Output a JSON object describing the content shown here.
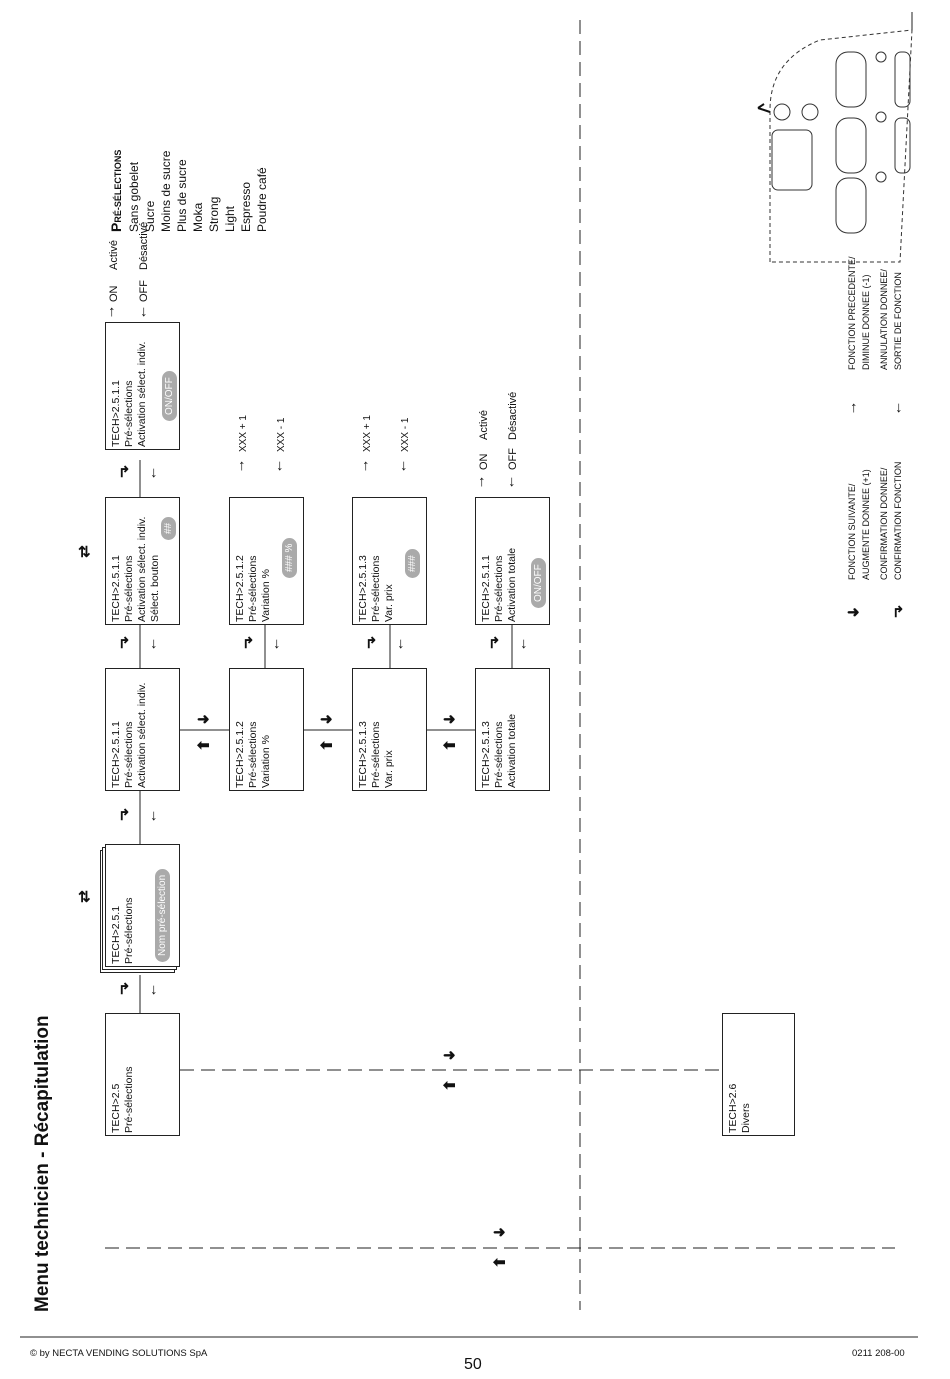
{
  "title": "Menu technicien - Récapitulation",
  "footer": {
    "copyright": "© by NECTA VENDING SOLUTIONS SpA",
    "page": "50",
    "code": "0211 208-00"
  },
  "boxes": {
    "tech25": [
      "TECH>2.5",
      "Pré-sélections"
    ],
    "tech251": [
      "TECH>2.5.1",
      "Pré-sélections"
    ],
    "tech2511": [
      "TECH>2.5.1.1",
      "Pré-sélections",
      "Activation sélect. indiv."
    ],
    "tech2512": [
      "TECH>2.5.1.2",
      "Pré-sélections",
      "Variation %"
    ],
    "tech2513": [
      "TECH>2.5.1.3",
      "Pré-sélections",
      "Var. prix"
    ],
    "tech2513b": [
      "TECH>2.5.1.3",
      "Pré-sélections",
      "Activation totale"
    ],
    "sub2511": [
      "TECH>2.5.1.1",
      "Pré-sélections",
      "Activation sélect. indiv.",
      "Sélect. bouton"
    ],
    "sub2512": [
      "TECH>2.5.1.2",
      "Pré-sélections",
      "Variation %"
    ],
    "sub2513": [
      "TECH>2.5.1.3",
      "Pré-sélections",
      "Var. prix"
    ],
    "subTotal": [
      "TECH>2.5.1.1",
      "Pré-sélections",
      "Activation totale"
    ],
    "onoff2511": [
      "TECH>2.5.1.1",
      "Pré-sélections",
      "Activation sélect. indiv."
    ],
    "tech26": [
      "TECH>2.6",
      "Divers"
    ]
  },
  "highlights": {
    "nom": "Nom pré-sélection",
    "hash2": "##",
    "pct": "### %",
    "hash3": "###",
    "onoff": "ON/OFF"
  },
  "options": {
    "on": "ON",
    "off": "OFF",
    "active": "Activé",
    "inactive": "Désactivé",
    "plus": "XXX + 1",
    "minus": "XXX - 1"
  },
  "preselections": {
    "heading_cap": "P",
    "heading_rest": "RÉ-SÉLECTIONS",
    "items": [
      "Sans gobelet",
      "Sucre",
      "Moins de sucre",
      "Plus de sucre",
      "Moka",
      "Strong",
      "Light",
      "Espresso",
      "Poudre café"
    ]
  },
  "legend": {
    "next": [
      "FONCTION SUIVANTE/",
      "AUGMENTE DONNEE (+1)"
    ],
    "confirm": [
      "CONFIRMATION DONNEE/",
      "CONFIRMATION FONCTION"
    ],
    "prev": [
      "FONCTION PRECEDENTE/",
      "DIMINUE DONNEE (-1)"
    ],
    "cancel": [
      "ANNULATION DONNEE/",
      "SORTIE DE FONCTION"
    ]
  }
}
